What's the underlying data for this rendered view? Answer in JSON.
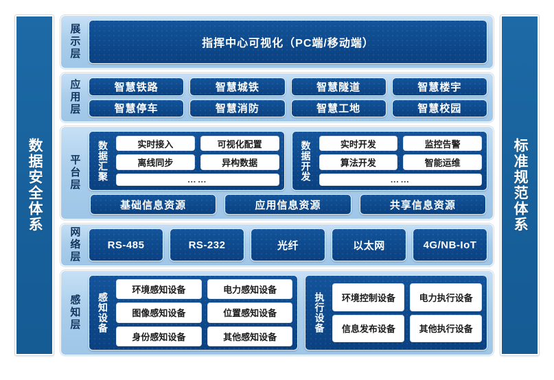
{
  "left_pillar": {
    "label": "数据安全体系"
  },
  "right_pillar": {
    "label": "标准规范体系"
  },
  "layers": {
    "presentation": {
      "label": "展示层",
      "banner": "指挥中心可视化（PC端/移动端）"
    },
    "application": {
      "label": "应用层",
      "items": [
        "智慧铁路",
        "智慧城铁",
        "智慧隧道",
        "智慧楼宇",
        "智慧停车",
        "智慧消防",
        "智慧工地",
        "智慧校园"
      ]
    },
    "platform": {
      "label": "平台层",
      "groups": [
        {
          "title": "数据汇聚",
          "items": [
            "实时接入",
            "可视化配置",
            "离线同步",
            "异构数据"
          ],
          "more": "……"
        },
        {
          "title": "数据开发",
          "items": [
            "实时开发",
            "监控告警",
            "算法开发",
            "智能运维"
          ],
          "more": "……"
        }
      ],
      "resources": [
        "基础信息资源",
        "应用信息资源",
        "共享信息资源"
      ]
    },
    "network": {
      "label": "网络层",
      "items": [
        "RS-485",
        "RS-232",
        "光纤",
        "以太网",
        "4G/NB-IoT"
      ]
    },
    "sensing": {
      "label": "感知层",
      "groups": [
        {
          "title": "感知设备",
          "items": [
            "环境感知设备",
            "电力感知设备",
            "图像感知设备",
            "位置感知设备",
            "身份感知设备",
            "其他感知设备"
          ]
        },
        {
          "title": "执行设备",
          "items": [
            "环境控制设备",
            "电力执行设备",
            "信息发布设备",
            "其他执行设备"
          ]
        }
      ]
    }
  },
  "colors": {
    "pillar_blue": "#17609b",
    "dark_block": "#0e4b8e",
    "layer_band": "#a9cdeb",
    "pill_white": "#ffffff",
    "label_navy": "#12355e"
  }
}
